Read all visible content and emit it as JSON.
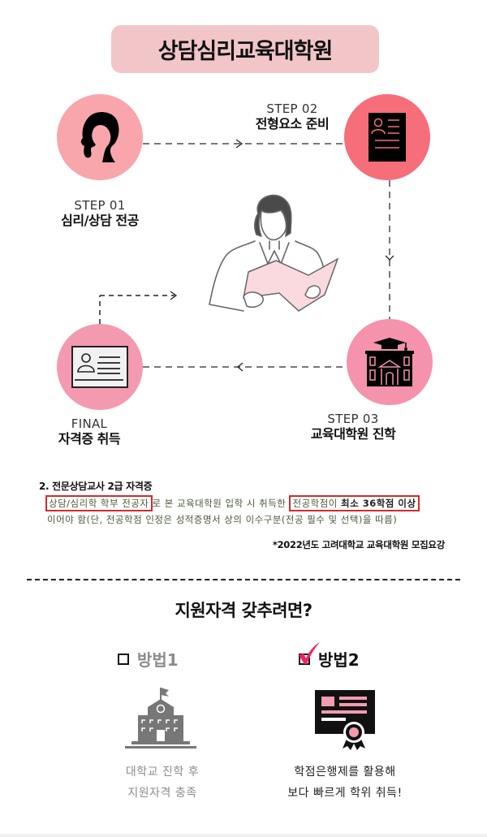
{
  "header": {
    "title": "상담심리교육대학원"
  },
  "steps": [
    {
      "step": "STEP 01",
      "name": "심리/상담 전공",
      "icon": "head-silhouette-icon",
      "color": "#f8a6ab"
    },
    {
      "step": "STEP 02",
      "name": "전형요소 준비",
      "icon": "resume-document-icon",
      "color": "#f56e7a"
    },
    {
      "step": "STEP 03",
      "name": "교육대학원 진학",
      "icon": "graduate-school-building-icon",
      "color": "#f592ac"
    },
    {
      "step": "FINAL",
      "name": "자격증 취득",
      "icon": "id-card-icon",
      "color": "#f49ab0"
    }
  ],
  "illustration": {
    "icon": "woman-reading-folder-illustration"
  },
  "note": {
    "title": "2. 전문상담교사 2급 자격증",
    "line1_boxed_a": "상담/심리학 학부 전공자",
    "line1_mid": "로 본 교육대학원 입학 시 취득한 ",
    "line1_boxed_b_plain": "전공학점이 ",
    "line1_boxed_b_bold": "최소 36학점 이상",
    "line2": "이어야 함(단, 전공학점 인정은 성적증명서 상의 이수구분(전공 필수 및 선택)을 따름)",
    "source": "*2022년도 고려대학교 교육대학원 모집요강",
    "highlight_color": "#d32a2a"
  },
  "question": {
    "title": "지원자격 갖추려면?"
  },
  "methods": [
    {
      "label": "방법1",
      "checked": false,
      "icon": "school-building-icon",
      "desc_line1": "대학교 진학 후",
      "desc_line2": "지원자격 충족"
    },
    {
      "label": "방법2",
      "checked": true,
      "icon": "certificate-ribbon-icon",
      "desc_line1": "학점은행제를 활용해",
      "desc_line2": "보다 빠르게 학위 취득!"
    }
  ],
  "colors": {
    "check_mark": "#f0245e",
    "title_bg": "#f2c6c8",
    "muted": "#8c8c8c"
  }
}
